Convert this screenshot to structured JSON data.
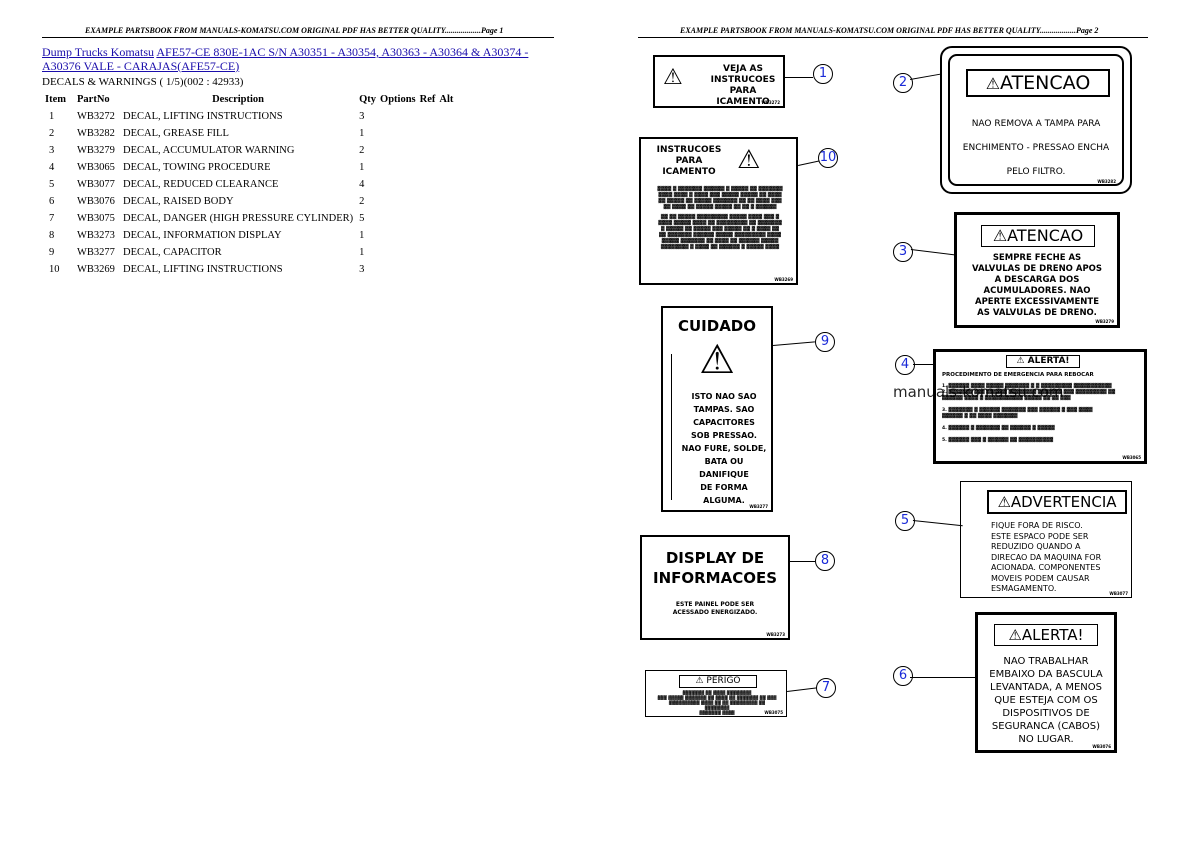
{
  "page1": {
    "header": "EXAMPLE PARTSBOOK FROM MANUALS-KOMATSU.COM ORIGINAL PDF HAS BETTER QUALITY..................Page 1",
    "breadcrumb_link1": "Dump Trucks Komatsu",
    "breadcrumb_link2": "AFE57-CE 830E-1AC S/N A30351 - A30354, A30363 - A30364 & A30374 - A30376 VALE - CARAJAS(AFE57-CE)",
    "subtitle": "DECALS & WARNINGS ( 1/5)(002 : 42933)",
    "columns": [
      "Item",
      "PartNo",
      "Description",
      "Qty",
      "Options",
      "Ref",
      "Alt"
    ],
    "rows": [
      {
        "item": "1",
        "partno": "WB3272",
        "description": "DECAL, LIFTING INSTRUCTIONS",
        "qty": "3"
      },
      {
        "item": "2",
        "partno": "WB3282",
        "description": "DECAL, GREASE FILL",
        "qty": "1"
      },
      {
        "item": "3",
        "partno": "WB3279",
        "description": "DECAL, ACCUMULATOR WARNING",
        "qty": "2"
      },
      {
        "item": "4",
        "partno": "WB3065",
        "description": "DECAL, TOWING PROCEDURE",
        "qty": "1"
      },
      {
        "item": "5",
        "partno": "WB3077",
        "description": "DECAL, REDUCED CLEARANCE",
        "qty": "4"
      },
      {
        "item": "6",
        "partno": "WB3076",
        "description": "DECAL, RAISED BODY",
        "qty": "2"
      },
      {
        "item": "7",
        "partno": "WB3075",
        "description": "DECAL, DANGER (HIGH PRESSURE CYLINDER)",
        "qty": "5"
      },
      {
        "item": "8",
        "partno": "WB3273",
        "description": "DECAL, INFORMATION DISPLAY",
        "qty": "1"
      },
      {
        "item": "9",
        "partno": "WB3277",
        "description": "DECAL, CAPACITOR",
        "qty": "1"
      },
      {
        "item": "10",
        "partno": "WB3269",
        "description": "DECAL, LIFTING INSTRUCTIONS",
        "qty": "3"
      }
    ]
  },
  "page2": {
    "header": "EXAMPLE PARTSBOOK FROM MANUALS-KOMATSU.COM ORIGINAL PDF HAS BETTER QUALITY..................Page 2",
    "watermark": "manuals-komatsu.com",
    "decals": {
      "d1": {
        "line1": "VEJA AS",
        "line2": "INSTRUCOES",
        "line3": "PARA ICAMENTO",
        "code": "WB3272"
      },
      "d10": {
        "line1": "INSTRUCOES",
        "line2": "PARA",
        "line3": "ICAMENTO",
        "code": "WB3269"
      },
      "d9": {
        "title": "CUIDADO",
        "l1": "ISTO NAO SAO",
        "l2": "TAMPAS. SAO",
        "l3": "CAPACITORES",
        "l4": "SOB PRESSAO.",
        "l5": "NAO FURE, SOLDE,",
        "l6": "BATA OU DANIFIQUE",
        "l7": "DE FORMA ALGUMA.",
        "code": "WB3277"
      },
      "d8": {
        "l1": "DISPLAY DE",
        "l2": "INFORMACOES",
        "l3": "ESTE PAINEL PODE SER",
        "l4": "ACESSADO ENERGIZADO.",
        "code": "WB3273"
      },
      "d7": {
        "title": "PERIGO",
        "code": "WB3075"
      },
      "d2": {
        "title": "ATENCAO",
        "l1": "NAO REMOVA A TAMPA PARA",
        "l2": "ENCHIMENTO - PRESSAO ENCHA",
        "l3": "PELO FILTRO.",
        "code": "WB3282"
      },
      "d3": {
        "title": "ATENCAO",
        "l1": "SEMPRE FECHE AS",
        "l2": "VALVULAS DE DRENO APOS",
        "l3": "A DESCARGA DOS",
        "l4": "ACUMULADORES. NAO",
        "l5": "APERTE EXCESSIVAMENTE",
        "l6": "AS VALVULAS DE DRENO.",
        "code": "WB3279"
      },
      "d4": {
        "title": "ALERTA!",
        "l1": "PROCEDIMENTO DE EMERGENCIA PARA REBOCAR",
        "code": "WB3065"
      },
      "d5": {
        "title": "ADVERTENCIA",
        "l1": "FIQUE FORA DE RISCO.",
        "l2": "ESTE ESPACO PODE SER",
        "l3": "REDUZIDO QUANDO A",
        "l4": "DIRECAO DA MAQUINA FOR",
        "l5": "ACIONADA. COMPONENTES",
        "l6": "MOVEIS PODEM CAUSAR",
        "l7": "ESMAGAMENTO.",
        "code": "WB3077"
      },
      "d6": {
        "title": "ALERTA!",
        "l1": "NAO TRABALHAR",
        "l2": "EMBAIXO DA BASCULA",
        "l3": "LEVANTADA, A MENOS",
        "l4": "QUE ESTEJA COM OS",
        "l5": "DISPOSITIVOS DE",
        "l6": "SEGURANCA (CABOS)",
        "l7": "NO LUGAR.",
        "code": "WB3076"
      }
    },
    "callouts": [
      "1",
      "10",
      "9",
      "8",
      "7",
      "2",
      "3",
      "4",
      "5",
      "6"
    ]
  }
}
